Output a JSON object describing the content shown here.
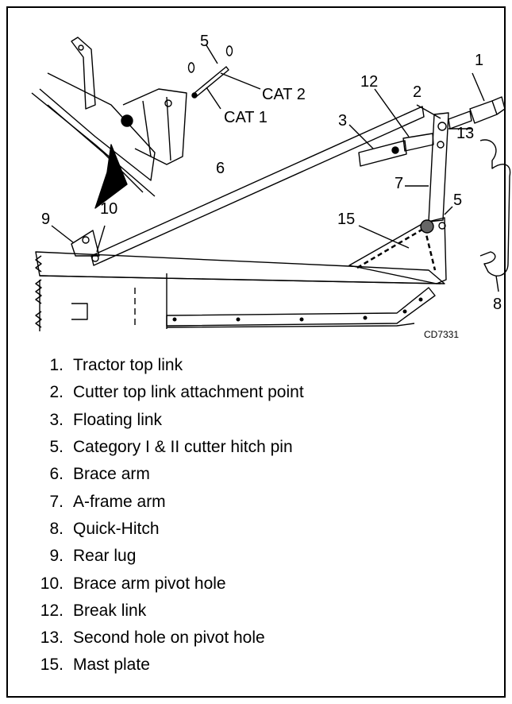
{
  "figure": {
    "code": "CD7331",
    "callouts": {
      "c1": "1",
      "c2": "2",
      "c3": "3",
      "c5a": "5",
      "c5b": "5",
      "c6": "6",
      "c7": "7",
      "c8": "8",
      "c9": "9",
      "c10": "10",
      "c12": "12",
      "c13": "13",
      "c15": "15",
      "cat1": "CAT 1",
      "cat2": "CAT 2"
    }
  },
  "legend": [
    {
      "num": "1.",
      "text": "Tractor top link"
    },
    {
      "num": "2.",
      "text": "Cutter top link attachment point"
    },
    {
      "num": "3.",
      "text": "Floating link"
    },
    {
      "num": "5.",
      "text": "Category I & II cutter hitch pin"
    },
    {
      "num": "6.",
      "text": "Brace arm"
    },
    {
      "num": "7.",
      "text": "A-frame arm"
    },
    {
      "num": "8.",
      "text": "Quick-Hitch"
    },
    {
      "num": "9.",
      "text": "Rear lug"
    },
    {
      "num": "10.",
      "text": "Brace arm pivot hole"
    },
    {
      "num": "12.",
      "text": "Break link"
    },
    {
      "num": "13.",
      "text": "Second hole on pivot hole"
    },
    {
      "num": "15.",
      "text": "Mast plate"
    }
  ]
}
